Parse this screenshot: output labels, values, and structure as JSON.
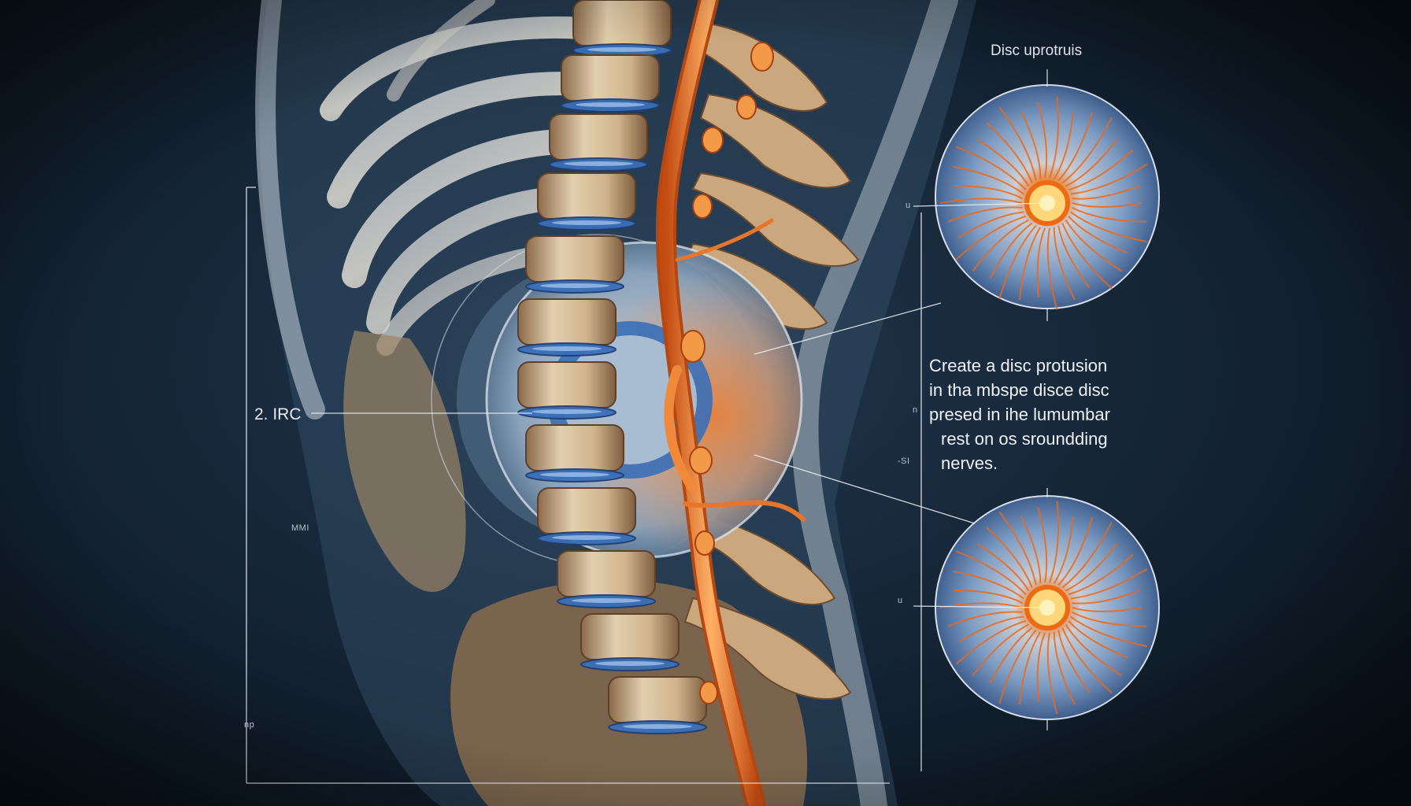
{
  "labels": {
    "top_right": "Disc uprotruis",
    "left_callout": "2. IRC",
    "caption_lines": [
      "Create a disc protusion",
      "in tha mbspe disce disc",
      "presed in ihe lumumbar",
      "rest on os sroundding",
      "nerves."
    ],
    "scale_marks": {
      "left": "MMI",
      "right_mid": "-SI",
      "right_top": "u",
      "right_bottom": "u",
      "right_tick": "n",
      "bottom_left": "np"
    }
  },
  "colors": {
    "background": "#0c1620",
    "bone": "#d8c4a2",
    "nerve": "#ee7a2a",
    "disc": "#9fb3c8",
    "disc_ring": "#3a6fb8",
    "annotation_line": "#e9eef3"
  }
}
